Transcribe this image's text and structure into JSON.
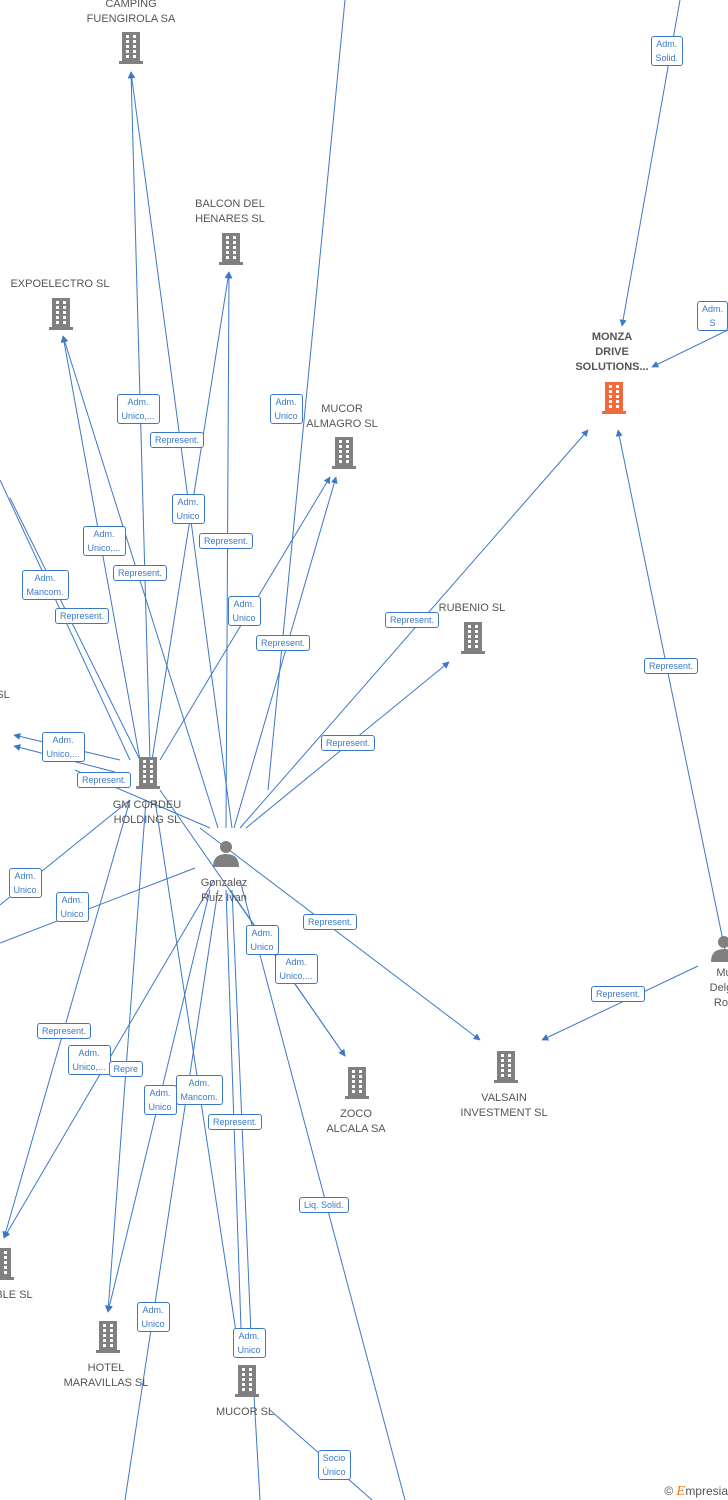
{
  "colors": {
    "edge": "#3c78c8",
    "company": "#808080",
    "focus_company": "#f06a3c",
    "person": "#808080"
  },
  "nodes": [
    {
      "id": "camping",
      "type": "company",
      "lines": [
        "CAMPING",
        "FUENGIROLA SA"
      ]
    },
    {
      "id": "balcon",
      "type": "company",
      "lines": [
        "BALCON DEL",
        "HENARES SL"
      ]
    },
    {
      "id": "expoelectro",
      "type": "company",
      "lines": [
        "EXPOELECTRO SL"
      ]
    },
    {
      "id": "mucor_almagro",
      "type": "company",
      "lines": [
        "MUCOR",
        "ALMAGRO SL"
      ]
    },
    {
      "id": "monza",
      "type": "company-focus",
      "lines": [
        "MONZA",
        "DRIVE",
        "SOLUTIONS..."
      ]
    },
    {
      "id": "rubenio",
      "type": "company",
      "lines": [
        "RUBENIO SL"
      ]
    },
    {
      "id": "gm_cordeu",
      "type": "company",
      "lines": [
        "GM CORDEU",
        "HOLDING SL"
      ]
    },
    {
      "id": "gonzalez",
      "type": "person",
      "lines": [
        "Gonzalez",
        "Ruiz Ivan"
      ]
    },
    {
      "id": "zoco",
      "type": "company",
      "lines": [
        "ZOCO",
        "ALCALA SA"
      ]
    },
    {
      "id": "valsain",
      "type": "company",
      "lines": [
        "VALSAIN",
        "INVESTMENT SL"
      ]
    },
    {
      "id": "person_right",
      "type": "person",
      "lines": [
        "Mu",
        "Delga",
        "Rob"
      ]
    },
    {
      "id": "left_sl",
      "type": "company",
      "lines": [
        "SL"
      ]
    },
    {
      "id": "ble_sl",
      "type": "company",
      "lines": [
        "BLE SL"
      ]
    },
    {
      "id": "hotel",
      "type": "company",
      "lines": [
        "HOTEL",
        "MARAVILLAS SL"
      ]
    },
    {
      "id": "mucor_sl",
      "type": "company",
      "lines": [
        "MUCOR SL"
      ]
    }
  ],
  "edge_labels": [
    {
      "lines": [
        "Adm.",
        "Solid."
      ]
    },
    {
      "lines": [
        "Adm.",
        "S"
      ]
    },
    {
      "lines": [
        "Adm.",
        "Unico,..."
      ]
    },
    {
      "lines": [
        "Represent."
      ]
    },
    {
      "lines": [
        "Adm.",
        "Unico"
      ]
    },
    {
      "lines": [
        "Adm.",
        "Unico"
      ]
    },
    {
      "lines": [
        "Represent."
      ]
    },
    {
      "lines": [
        "Adm.",
        "Unico,..."
      ]
    },
    {
      "lines": [
        "Represent."
      ]
    },
    {
      "lines": [
        "Adm.",
        "Mancom."
      ]
    },
    {
      "lines": [
        "Represent."
      ]
    },
    {
      "lines": [
        "Adm.",
        "Unico"
      ]
    },
    {
      "lines": [
        "Represent."
      ]
    },
    {
      "lines": [
        "Represent."
      ]
    },
    {
      "lines": [
        "Represent."
      ]
    },
    {
      "lines": [
        "Adm.",
        "Unico,..."
      ]
    },
    {
      "lines": [
        "Represent."
      ]
    },
    {
      "lines": [
        "Adm.",
        "Unico"
      ]
    },
    {
      "lines": [
        "Adm.",
        "Unico"
      ]
    },
    {
      "lines": [
        "Represent."
      ]
    },
    {
      "lines": [
        "Adm.",
        "Unico"
      ]
    },
    {
      "lines": [
        "Adm.",
        "Unico,..."
      ]
    },
    {
      "lines": [
        "Represent."
      ]
    },
    {
      "lines": [
        "Represent."
      ]
    },
    {
      "lines": [
        "Adm.",
        "Unico,..."
      ]
    },
    {
      "lines": [
        "Repre"
      ]
    },
    {
      "lines": [
        "Adm.",
        "Mancom."
      ]
    },
    {
      "lines": [
        "Adm.",
        "Unico"
      ]
    },
    {
      "lines": [
        "Represent."
      ]
    },
    {
      "lines": [
        "Represent."
      ]
    },
    {
      "lines": [
        "Liq.  Solid."
      ]
    },
    {
      "lines": [
        "Adm.",
        "Unico"
      ]
    },
    {
      "lines": [
        "Adm.",
        "Unico"
      ]
    },
    {
      "lines": [
        "Socio",
        "Único"
      ]
    }
  ],
  "footer": {
    "copyright": "©",
    "brand_initial": "E",
    "brand_rest": "mpresia"
  }
}
